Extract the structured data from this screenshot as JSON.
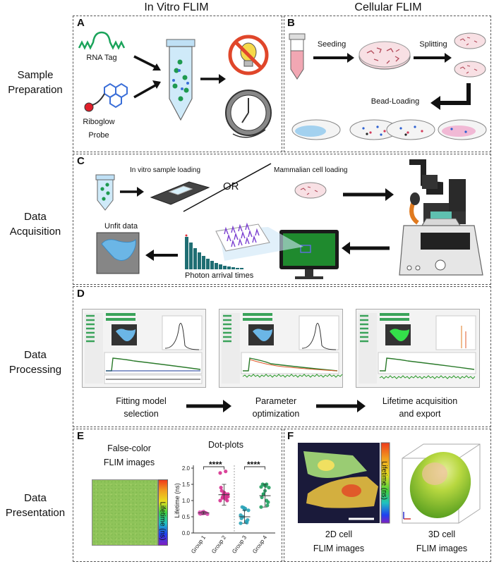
{
  "columns": {
    "in_vitro": "In Vitro FLIM",
    "cellular": "Cellular FLIM"
  },
  "rows": {
    "sample_prep": [
      "Sample",
      "Preparation"
    ],
    "acquisition": [
      "Data",
      "Acquisition"
    ],
    "processing": [
      "Data",
      "Processing"
    ],
    "presentation": [
      "Data",
      "Presentation"
    ]
  },
  "panel_letters": {
    "a": "A",
    "b": "B",
    "c": "C",
    "d": "D",
    "e": "E",
    "f": "F"
  },
  "panel_a": {
    "rna_tag": "RNA Tag",
    "probe_l1": "Riboglow",
    "probe_l2": "Probe"
  },
  "panel_b": {
    "seeding": "Seeding",
    "splitting": "Splitting",
    "bead_loading": "Bead-Loading"
  },
  "panel_c": {
    "in_vitro_loading": "In vitro sample loading",
    "or": "OR",
    "cell_loading": "Mammalian cell loading",
    "unfit": "Unfit data",
    "photon": "Photon arrival times"
  },
  "panel_d": {
    "step1": [
      "Fitting model",
      "selection"
    ],
    "step2": [
      "Parameter",
      "optimization"
    ],
    "step3": [
      "Lifetime acquisition",
      "and export"
    ]
  },
  "panel_e": {
    "false_color": [
      "False-color",
      "FLIM images"
    ],
    "colorbar": "Lifetime (ns)",
    "dotplot_title": "Dot-plots",
    "sig1": "****",
    "sig2": "****"
  },
  "panel_f": {
    "colorbar": "Lifetime (ns)",
    "cell2d": [
      "2D cell",
      "FLIM images"
    ],
    "cell3d": [
      "3D cell",
      "FLIM images"
    ]
  },
  "chart_data": {
    "type": "scatter",
    "title": "",
    "xlabel": "",
    "ylabel": "Lifetime (ns)",
    "ylim": [
      0.0,
      2.0
    ],
    "yticks": [
      "0.0",
      "0.5",
      "1.0",
      "1.5",
      "2.0"
    ],
    "categories": [
      "Group 1",
      "Group 2",
      "Group 3",
      "Group 4"
    ],
    "colors": [
      "#d94fb0",
      "#d6308f",
      "#2aa3b8",
      "#21a060"
    ],
    "series": [
      {
        "values": [
          0.6,
          0.62,
          0.64,
          0.58,
          0.61,
          0.63,
          0.6,
          0.66,
          0.59,
          0.62,
          0.6,
          0.64
        ],
        "mean": 0.62,
        "sd": 0.04
      },
      {
        "values": [
          1.0,
          1.05,
          1.1,
          1.2,
          1.15,
          1.3,
          1.0,
          1.25,
          1.4,
          1.1,
          1.18,
          1.85,
          1.9,
          1.08,
          1.12,
          1.22
        ],
        "mean": 1.18,
        "sd": 0.32
      },
      {
        "values": [
          0.3,
          0.35,
          0.5,
          0.7,
          0.75,
          0.8,
          0.4,
          0.72,
          0.45,
          0.32,
          0.78,
          0.55
        ],
        "mean": 0.5,
        "sd": 0.2
      },
      {
        "values": [
          0.8,
          1.0,
          1.2,
          1.4,
          1.45,
          1.5,
          0.95,
          1.3,
          1.1,
          0.85,
          1.48,
          1.42,
          1.5,
          1.2
        ],
        "mean": 1.15,
        "sd": 0.35
      }
    ]
  }
}
